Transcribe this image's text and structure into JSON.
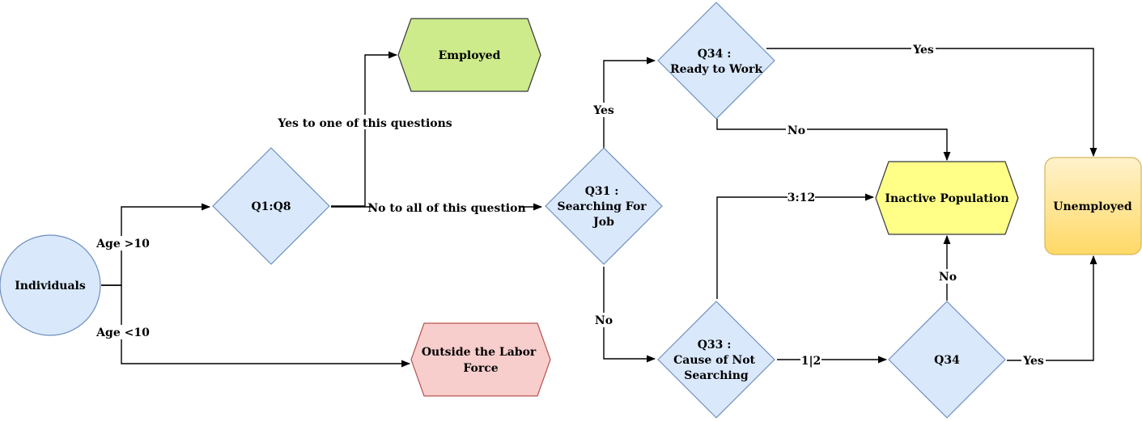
{
  "nodes": {
    "individuals": "Individuals",
    "q1q8": "Q1:Q8",
    "employed": "Employed",
    "outside": [
      "Outside the Labor",
      "Force"
    ],
    "q31": [
      "Q31 :",
      "Searching For",
      "Job"
    ],
    "q34_top": [
      "Q34 :",
      "Ready to Work"
    ],
    "q33": [
      "Q33 :",
      "Cause of Not",
      "Searching"
    ],
    "q34_bottom": "Q34",
    "inactive": "Inactive Population",
    "unemployed": "Unemployed"
  },
  "edges": {
    "age_gt_10": "Age >10",
    "age_lt_10": "Age <10",
    "yes_to_one": "Yes to one of this questions",
    "no_to_all": "No to all of this question",
    "q31_yes": "Yes",
    "q31_no": "No",
    "q34_top_yes": "Yes",
    "q34_top_no": "No",
    "q33_3_12": "3:12",
    "q33_1_2": "1|2",
    "q34_bottom_no": "No",
    "q34_bottom_yes": "Yes"
  },
  "colors": {
    "blue_fill": "#dae8fc",
    "blue_stroke": "#6c8ebf",
    "green_fill": "#cdeb8b",
    "green_stroke": "#36393d",
    "red_fill": "#f8cecc",
    "red_stroke": "#b85450",
    "yellow_fill": "#ffff88",
    "yellow_stroke": "#36393d",
    "orange_top": "#fff2cc",
    "orange_bottom": "#ffd966",
    "orange_stroke": "#d6b656"
  }
}
